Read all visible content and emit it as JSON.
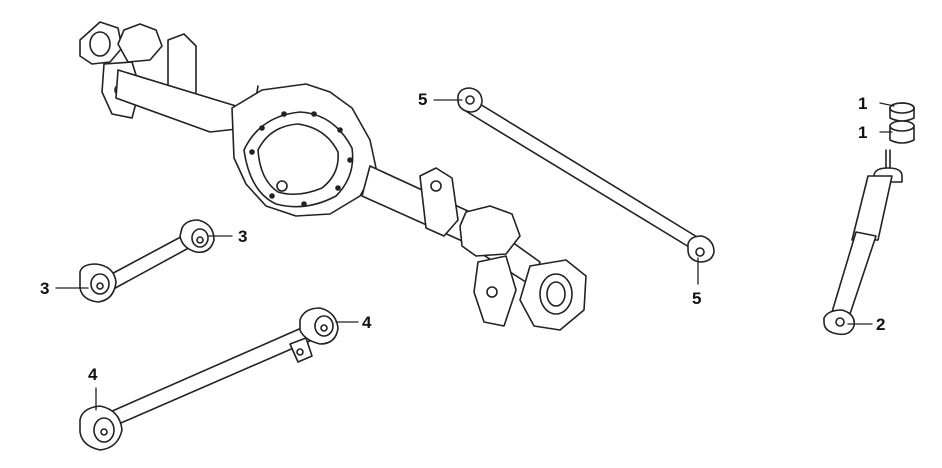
{
  "diagram": {
    "callouts": [
      {
        "id": "c1a",
        "label": "1"
      },
      {
        "id": "c1b",
        "label": "1"
      },
      {
        "id": "c2",
        "label": "2"
      },
      {
        "id": "c3a",
        "label": "3"
      },
      {
        "id": "c3b",
        "label": "3"
      },
      {
        "id": "c4a",
        "label": "4"
      },
      {
        "id": "c4b",
        "label": "4"
      },
      {
        "id": "c5a",
        "label": "5"
      },
      {
        "id": "c5b",
        "label": "5"
      }
    ],
    "colors": {
      "line": "#222222",
      "fill": "#ffffff",
      "watermark": "#eeeeee"
    }
  }
}
